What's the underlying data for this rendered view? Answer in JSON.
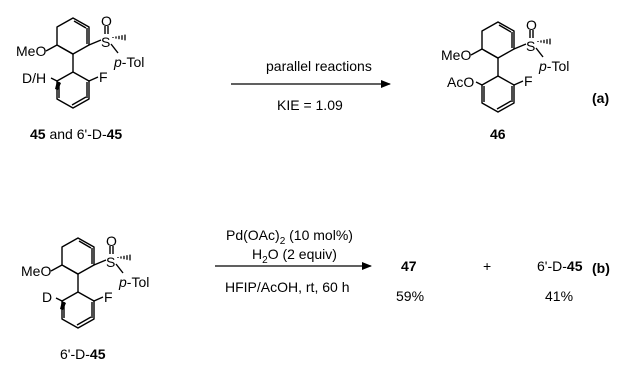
{
  "scheme_a": {
    "reactant": {
      "ome": "MeO",
      "s_atom": "S",
      "oxygen": "O",
      "dash_sep": "-",
      "p_prefix": "p",
      "tol": "Tol",
      "dh": "D/H",
      "fluorine": "F"
    },
    "arrow_top": "parallel reactions",
    "arrow_bottom": "KIE = 1.09",
    "product": {
      "ome": "MeO",
      "s_atom": "S",
      "oxygen": "O",
      "dash_sep": "-",
      "p_prefix": "p",
      "tol": "Tol",
      "aco": "AcO",
      "fluorine": "F"
    },
    "caption_reactant": {
      "num1": "45",
      "and_text": " and 6'-D-",
      "num2": "45"
    },
    "caption_product": "46",
    "tag": "(a)"
  },
  "scheme_b": {
    "reactant": {
      "ome": "MeO",
      "s_atom": "S",
      "oxygen": "O",
      "dash_sep": "-",
      "p_prefix": "p",
      "tol": "Tol",
      "d": "D",
      "fluorine": "F"
    },
    "caption_reactant": {
      "prefix": "6'-D-",
      "num": "45"
    },
    "reagent1_main": "Pd(OAc)",
    "reagent1_sub": "2",
    "reagent1_rest": " (10 mol%)",
    "reagent2_main": "H",
    "reagent2_sub": "2",
    "reagent2_rest": "O (2 equiv)",
    "conditions": "HFIP/AcOH, rt, 60 h",
    "product1": "47",
    "plus": "+",
    "product2_prefix": "6'-D-",
    "product2_num": "45",
    "yield1": "59%",
    "yield2": "41%",
    "tag": "(b)"
  }
}
